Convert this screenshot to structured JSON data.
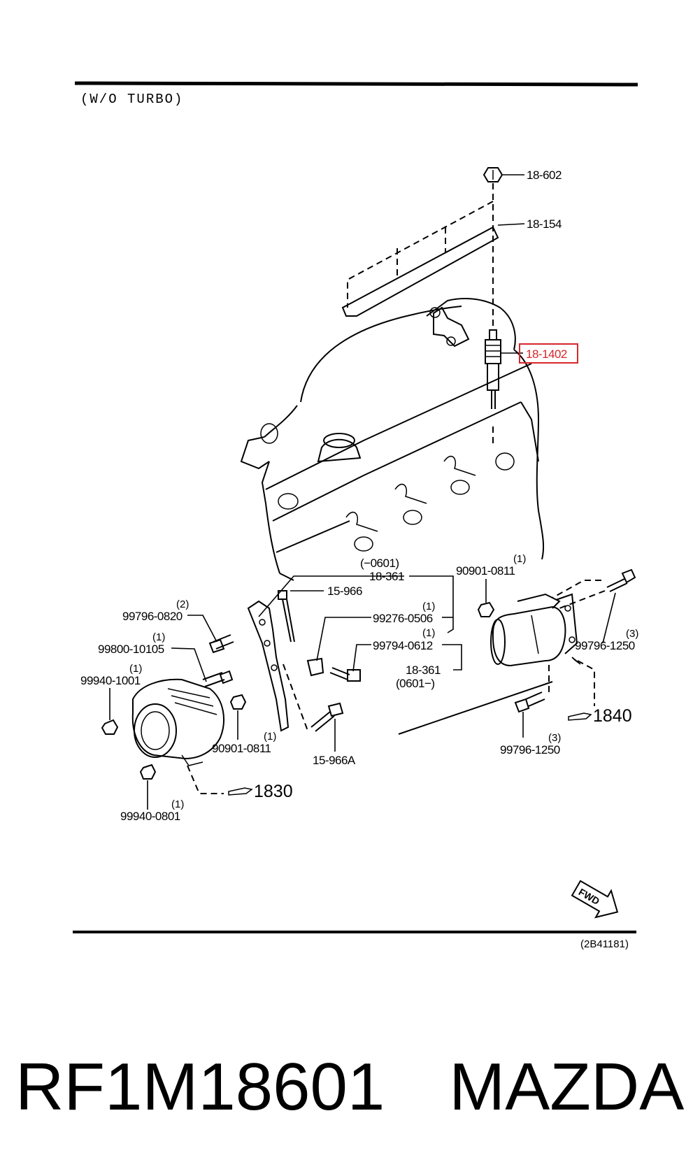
{
  "header": {
    "variant_label": "(W/O TURBO)"
  },
  "highlight": {
    "part_number": "18-1402",
    "color": "#d6262b"
  },
  "labels": {
    "nut_top": "18-602",
    "bracket": "18-154",
    "glow_plug": "18-1402",
    "range_note_1": "(−0601)",
    "harness_bracket_1": "18-361",
    "bolt_15966": "15-966",
    "bolt_99276": "99276-0506",
    "bolt_99794": "99794-0612",
    "harness_bracket_2": "18-361",
    "range_note_2": "(0601−)",
    "nut_90901_top": "90901-0811",
    "bolt_99796_top": "99796-1250",
    "bolt_99796_bottom": "99796-1250",
    "ref_1840": "1840",
    "bolt_99796_0820": "99796-0820",
    "stud_99800": "99800-10105",
    "nut_99940_1001": "99940-1001",
    "nut_90901_left": "90901-0811",
    "bolt_15966A": "15-966A",
    "ref_1830": "1830",
    "nut_99940_0801": "99940-0801",
    "fwd": "FWD",
    "diagram_code": "(2B41181)"
  },
  "quantities": {
    "nut_90901_top": "(1)",
    "bolt_99796_top": "(3)",
    "bolt_99796_bottom": "(3)",
    "bolt_99796_0820": "(2)",
    "stud_99800": "(1)",
    "nut_99940_1001": "(1)",
    "nut_90901_left": "(1)",
    "nut_99940_0801": "(1)",
    "bolt_99276": "(1)",
    "bolt_99794": "(1)"
  },
  "footer": {
    "part_number": "RF1M18601",
    "brand": "MAZDA"
  }
}
